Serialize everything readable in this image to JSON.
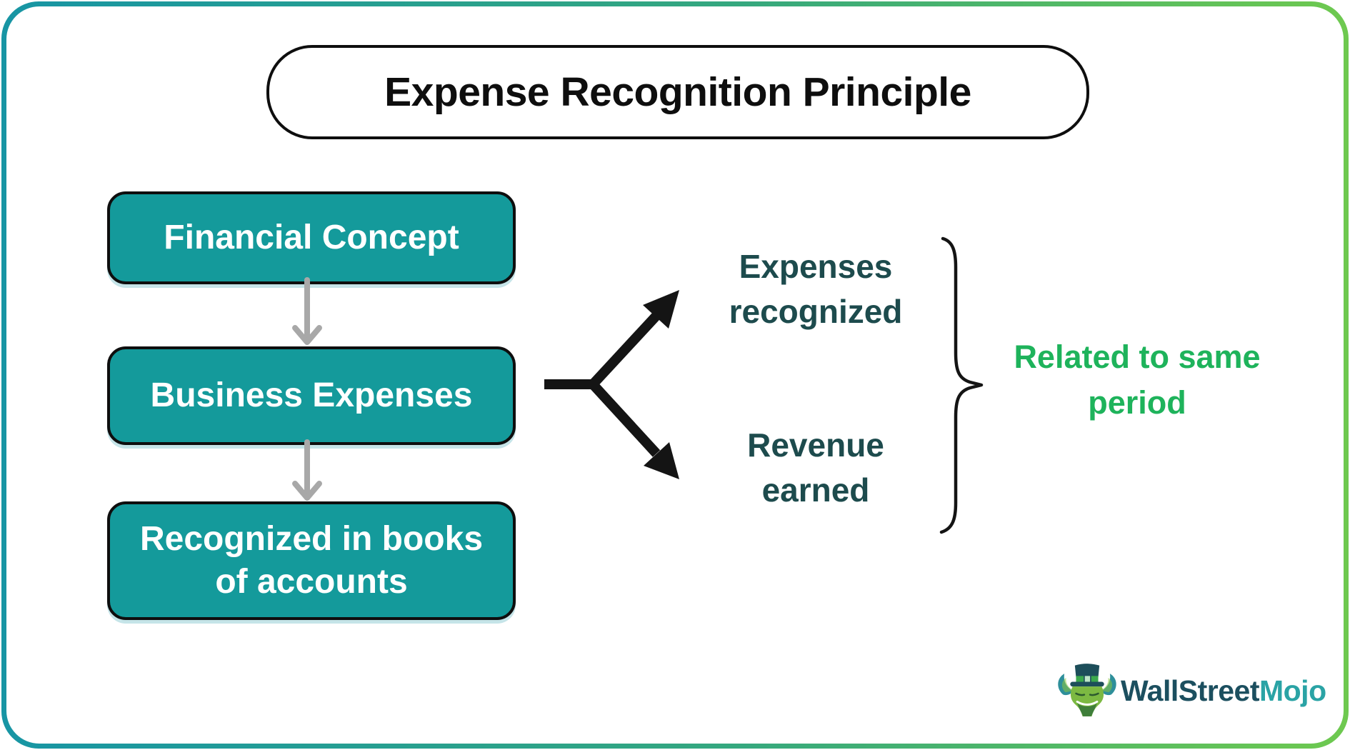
{
  "title": {
    "text": "Expense Recognition Principle"
  },
  "flow": {
    "boxes": [
      {
        "label": "Financial Concept"
      },
      {
        "label": "Business Expenses"
      },
      {
        "label": "Recognized in books of accounts"
      }
    ]
  },
  "branches": {
    "top": "Expenses recognized",
    "bottom": "Revenue earned",
    "note": "Related to same period"
  },
  "brand": {
    "name_primary": "WallStreet",
    "name_secondary": "Mojo"
  },
  "colors": {
    "frame_gradient_start": "#1795a4",
    "frame_gradient_end": "#6ec94f",
    "box_fill": "#149a9b",
    "box_border": "#0e0e0e",
    "box_text": "#ffffff",
    "branch_text": "#1d4b4d",
    "note_green": "#1eb35b",
    "arrow_gray": "#a8a8a8",
    "arrow_black": "#141414",
    "brand_primary": "#1c4f5f",
    "brand_secondary": "#2aa3a5"
  }
}
